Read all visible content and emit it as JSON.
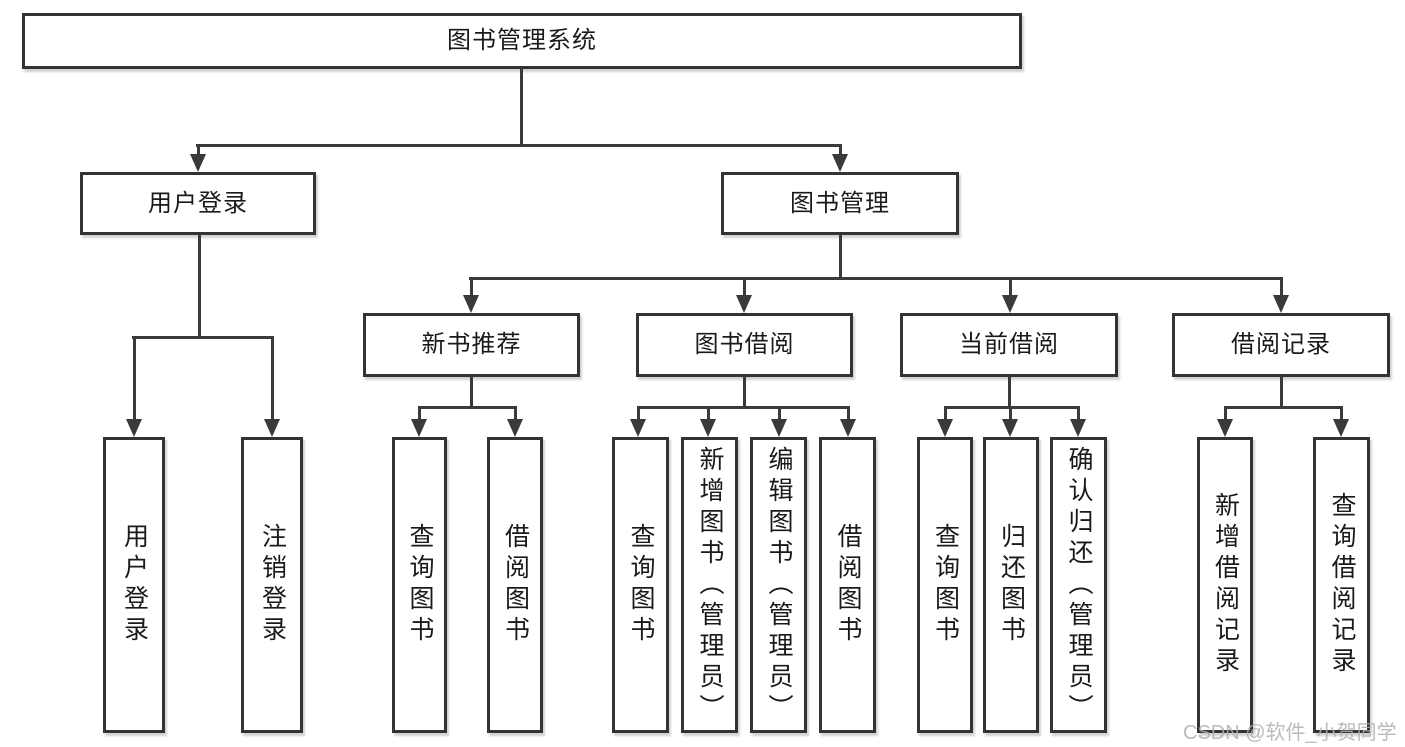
{
  "diagram": {
    "title": "图书管理系统",
    "branches": {
      "user": {
        "label": "用户登录",
        "children": [
          "用户登录",
          "注销登录"
        ]
      },
      "book": {
        "label": "图书管理"
      }
    },
    "modules": [
      {
        "label": "新书推荐",
        "children": [
          "查询图书",
          "借阅图书"
        ]
      },
      {
        "label": "图书借阅",
        "children": [
          "查询图书",
          "新增图书（管理员）",
          "编辑图书（管理员）",
          "借阅图书"
        ]
      },
      {
        "label": "当前借阅",
        "children": [
          "查询图书",
          "归还图书",
          "确认归还（管理员）"
        ]
      },
      {
        "label": "借阅记录",
        "children": [
          "新增借阅记录",
          "查询借阅记录"
        ]
      }
    ]
  },
  "watermark": {
    "text": "CSDN @软件_小贺同学"
  },
  "colors": {
    "line": "#3a3a3a",
    "border": "#333333",
    "text": "#1a1a1a",
    "background": "#ffffff",
    "watermark": "#afafaf"
  }
}
